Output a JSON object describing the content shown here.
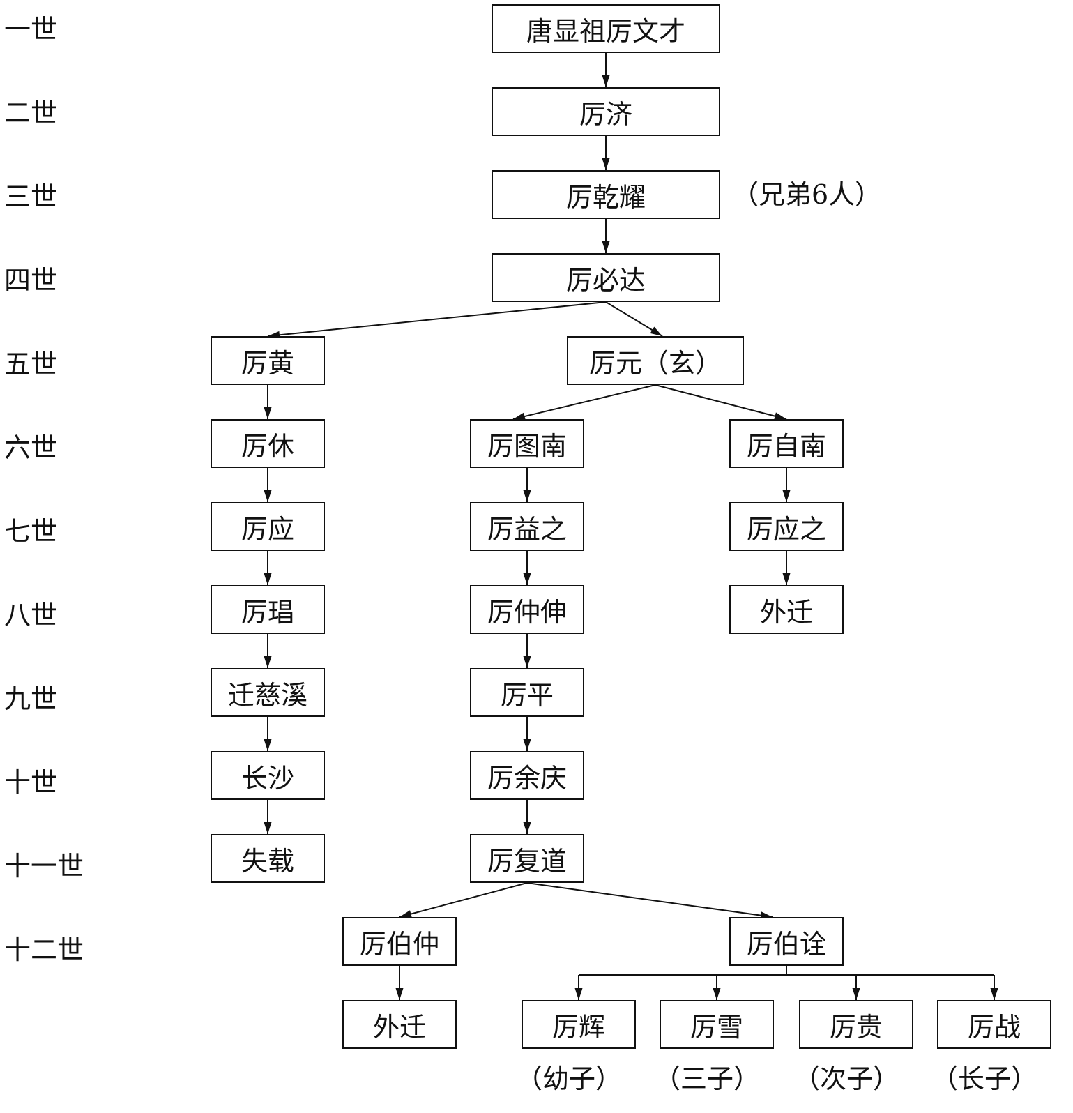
{
  "generations": [
    "一世",
    "二世",
    "三世",
    "四世",
    "五世",
    "六世",
    "七世",
    "八世",
    "九世",
    "十世",
    "十一世",
    "十二世"
  ],
  "nodes": {
    "n1": "唐显祖厉文才",
    "n2": "厉济",
    "n3": "厉乾耀",
    "n4": "厉必达",
    "n5a": "厉黄",
    "n5b": "厉元（玄）",
    "n6a": "厉休",
    "n6b": "厉图南",
    "n6c": "厉自南",
    "n7a": "厉应",
    "n7b": "厉益之",
    "n7c": "厉应之",
    "n8a": "厉琩",
    "n8b": "厉仲伸",
    "n8c": "外迁",
    "n9a": "迁慈溪",
    "n9b": "厉平",
    "n10a": "长沙",
    "n10b": "厉余庆",
    "n11a": "失载",
    "n11b": "厉复道",
    "n12a": "厉伯仲",
    "n12b": "厉伯诠",
    "n13a": "外迁",
    "n13b": "厉辉",
    "n13c": "厉雪",
    "n13d": "厉贵",
    "n13e": "厉战"
  },
  "notes": {
    "brothers": "（兄弟6人）",
    "youngest": "（幼子）",
    "third": "（三子）",
    "second": "（次子）",
    "eldest": "（长子）"
  }
}
